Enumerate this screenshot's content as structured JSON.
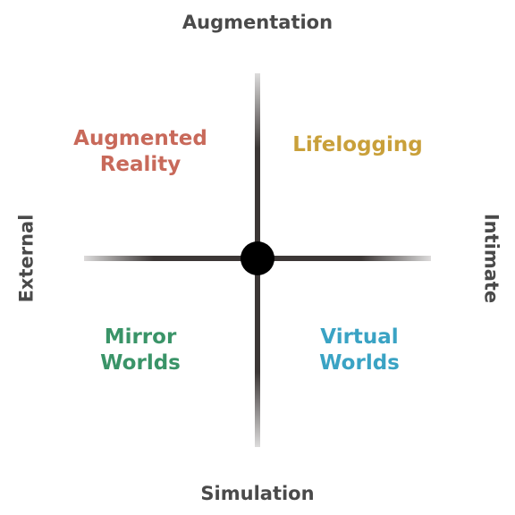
{
  "axes": {
    "top": "Augmentation",
    "bottom": "Simulation",
    "left": "External",
    "right": "Intimate"
  },
  "quadrants": {
    "top_left": {
      "text": "Augmented\nReality",
      "color": "#c8695a"
    },
    "top_right": {
      "text": "Lifelogging",
      "color": "#c9a03a"
    },
    "bottom_left": {
      "text": "Mirror\nWorlds",
      "color": "#3a9468"
    },
    "bottom_right": {
      "text": "Virtual\nWorlds",
      "color": "#3aa3c4"
    }
  },
  "colors": {
    "axis": "#1a1413",
    "axis_label": "#4a4a4a"
  }
}
